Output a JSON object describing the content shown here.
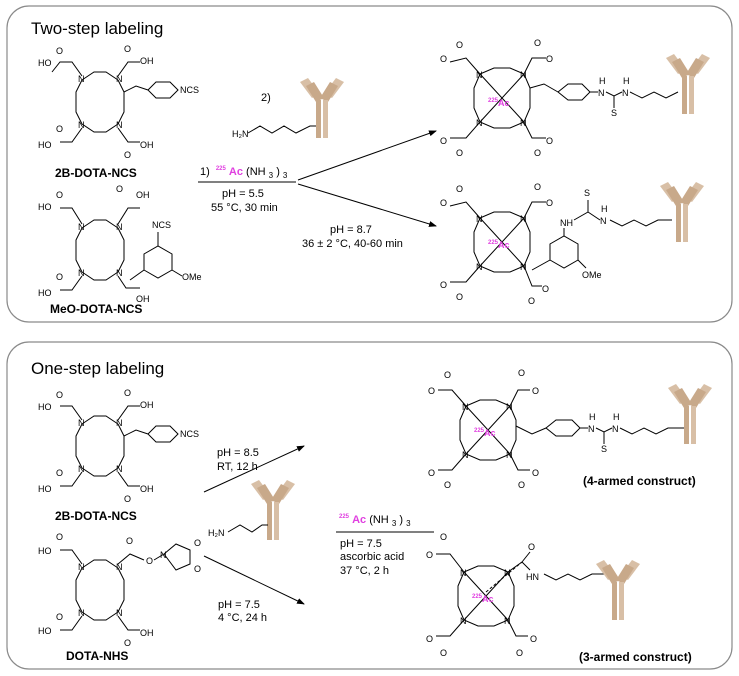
{
  "panels": {
    "two_step": {
      "title": "Two-step labeling",
      "compound_1": "2B-DOTA-NCS",
      "compound_2": "MeO-DOTA-NCS",
      "step1_prefix": "1)",
      "step1_reagent_iso": "225",
      "step1_reagent_el": "Ac",
      "step1_reagent_rest": "(NH",
      "step1_reagent_sub": "3",
      "step1_reagent_close": ")",
      "step1_reagent_sub2": "3",
      "step1_cond_1": "pH = 5.5",
      "step1_cond_2": "55 °C, 30 min",
      "step2_prefix": "2)",
      "step2_cond_1": "pH = 8.7",
      "step2_cond_2": "36 ± 2 °C, 40-60 min"
    },
    "one_step": {
      "title": "One-step labeling",
      "compound_1": "2B-DOTA-NCS",
      "compound_2": "DOTA-NHS",
      "upper_cond_1": "pH = 8.5",
      "upper_cond_2": "RT, 12 h",
      "lower_cond_1": "pH = 7.5",
      "lower_cond_2": "4 °C, 24 h",
      "ac_reagent_iso": "225",
      "ac_reagent_el": "Ac",
      "ac_reagent_rest": "(NH",
      "ac_reagent_sub": "3",
      "ac_reagent_close": ")",
      "ac_reagent_sub2": "3",
      "ac_cond_1": "pH = 7.5",
      "ac_cond_2": "ascorbic acid",
      "ac_cond_3": "37 °C, 2 h",
      "product_1": "(4-armed construct)",
      "product_2": "(3-armed construct)"
    }
  },
  "atoms": {
    "N": "N",
    "O": "O",
    "OH": "OH",
    "HO": "HO",
    "NCS": "NCS",
    "OMe": "OMe",
    "S": "S",
    "H": "H",
    "NH": "NH",
    "HN": "HN",
    "H2N": "H₂N",
    "ac_iso": "225",
    "ac_el": "Ac"
  },
  "colors": {
    "actinium": "#e040e0",
    "antibody": "#c8a98a",
    "panel_border": "#8a8a8a"
  }
}
